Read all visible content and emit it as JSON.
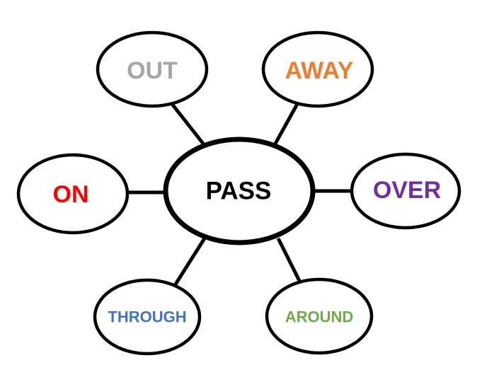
{
  "center": {
    "label": "PASS",
    "color": "#000000"
  },
  "satellites": [
    {
      "id": "out",
      "label": "OUT",
      "color": "#a6a6a6"
    },
    {
      "id": "away",
      "label": "AWAY",
      "color": "#ed7d31"
    },
    {
      "id": "on",
      "label": "ON",
      "color": "#ff0000"
    },
    {
      "id": "over",
      "label": "OVER",
      "color": "#7030a0"
    },
    {
      "id": "through",
      "label": "THROUGH",
      "color": "#4472c4"
    },
    {
      "id": "around",
      "label": "AROUND",
      "color": "#70ad47"
    }
  ],
  "outline_color": "#000000",
  "background": "#ffffff"
}
